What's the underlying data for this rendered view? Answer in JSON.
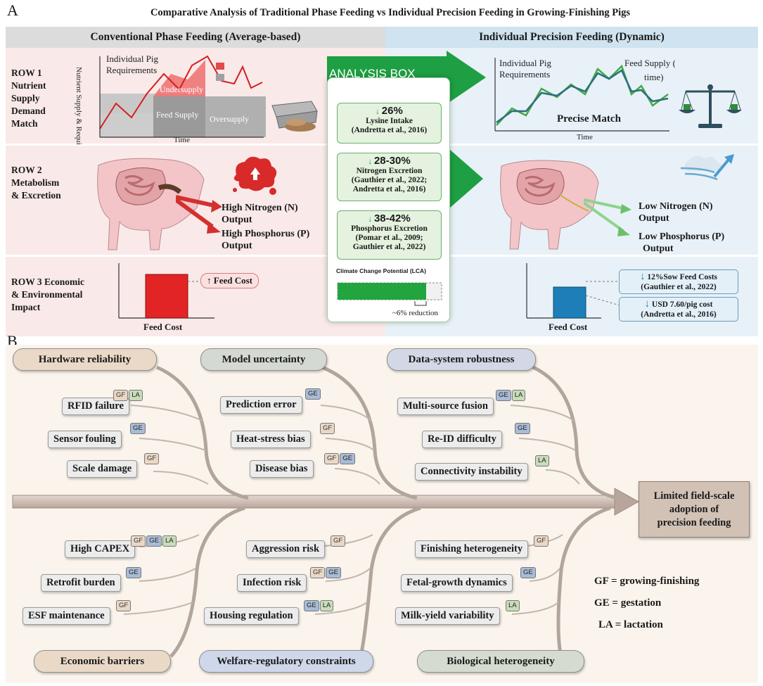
{
  "panel_a": {
    "letter": "A",
    "title": "Comparative Analysis of Traditional Phase Feeding vs Individual Precision Feeding in Growing-Finishing Pigs",
    "left_header": "Conventional Phase Feeding (Average-based)",
    "right_header": "Individual Precision Feeding (Dynamic)",
    "row1_label": [
      "ROW 1",
      "Nutrient",
      "Supply",
      "Demand",
      "Match"
    ],
    "row2_label": [
      "ROW 2",
      "Metabolism",
      "& Excretion"
    ],
    "row3_label": [
      "ROW 3 Economic",
      "& Environmental",
      "Impact"
    ],
    "left_row1": {
      "y_axis": "Nutrient Supply & Requirements",
      "x_axis": "Time",
      "req_label": [
        "Individual Pig",
        "Requirements"
      ],
      "undersupply": "Undersupply",
      "feed_supply": "Feed Supply",
      "oversupply": "Oversupply"
    },
    "left_row2": {
      "n_output": [
        "High Nitrogen (N)",
        "Output"
      ],
      "p_output": [
        "High Phosphorus (P)",
        "Output"
      ]
    },
    "left_row3": {
      "feed_cost_tag": "↑ Feed Cost",
      "x_axis": "Feed Cost"
    },
    "analysis_box": {
      "title": "ANALYSIS BOX",
      "items": [
        {
          "pct": "26%",
          "lines": [
            "Lysine Intake",
            "(Andretta et al., 2016)"
          ]
        },
        {
          "pct": "28-30%",
          "lines": [
            "Nitrogen Excretion",
            "(Gauthier et al., 2022;",
            "Andretta et al., 2016)"
          ]
        },
        {
          "pct": "38-42%",
          "lines": [
            "Phosphorus Excretion",
            "(Pomar et al., 2009;",
            "Gauthier et al., 2022)"
          ]
        }
      ],
      "lca_label": "Climate Change Potential (LCA)",
      "lca_reduction": "~6% reduction"
    },
    "right_row1": {
      "req_label": [
        "Individual Pig",
        "Requirements"
      ],
      "supply_label": [
        "Feed Supply (Real-",
        "time)"
      ],
      "match": "Precise Match",
      "x_axis": "Time"
    },
    "right_row2": {
      "n_output": [
        "Low Nitrogen (N)",
        "Output"
      ],
      "p_output": [
        "Low Phosphorus (P)",
        "Output"
      ]
    },
    "right_row3": {
      "box1_pct": "12%",
      "box1_text": "Sow Feed Costs",
      "box1_ref": "(Gauthier et al., 2022)",
      "box2_text": "USD 7.60/pig cost",
      "box2_ref": "(Andretta et al., 2016)",
      "x_axis": "Feed Cost"
    }
  },
  "panel_b": {
    "letter": "B",
    "categories_top": [
      "Hardware reliability",
      "Model uncertainty",
      "Data-system robustness"
    ],
    "categories_bottom": [
      "Economic barriers",
      "Welfare-regulatory constraints",
      "Biological heterogeneity"
    ],
    "effect": [
      "Limited field-scale",
      "adoption of",
      "precision feeding"
    ],
    "causes": [
      {
        "label": "RFID failure",
        "tags": [
          "GF",
          "LA"
        ]
      },
      {
        "label": "Sensor fouling",
        "tags": [
          "GE"
        ]
      },
      {
        "label": "Scale damage",
        "tags": [
          "GF"
        ]
      },
      {
        "label": "Prediction error",
        "tags": [
          "GE"
        ]
      },
      {
        "label": "Heat-stress bias",
        "tags": [
          "GF"
        ]
      },
      {
        "label": "Disease bias",
        "tags": [
          "GF",
          "GE"
        ]
      },
      {
        "label": "Multi-source fusion",
        "tags": [
          "GE",
          "LA"
        ]
      },
      {
        "label": "Re-ID difficulty",
        "tags": [
          "GE"
        ]
      },
      {
        "label": "Connectivity instability",
        "tags": [
          "LA"
        ]
      },
      {
        "label": "High CAPEX",
        "tags": [
          "GF",
          "GE",
          "LA"
        ]
      },
      {
        "label": "Retrofit burden",
        "tags": [
          "GE"
        ]
      },
      {
        "label": "ESF maintenance",
        "tags": [
          "GF"
        ]
      },
      {
        "label": "Aggression risk",
        "tags": [
          "GF"
        ]
      },
      {
        "label": "Infection risk",
        "tags": [
          "GF",
          "GE"
        ]
      },
      {
        "label": "Housing regulation",
        "tags": [
          "GE",
          "LA"
        ]
      },
      {
        "label": "Finishing heterogeneity",
        "tags": [
          "GF"
        ]
      },
      {
        "label": "Fetal-growth dynamics",
        "tags": [
          "GE"
        ]
      },
      {
        "label": "Milk-yield variability",
        "tags": [
          "LA"
        ]
      }
    ],
    "legend": [
      "GF = growing-finishing",
      "GE = gestation",
      "LA = lactation"
    ]
  }
}
